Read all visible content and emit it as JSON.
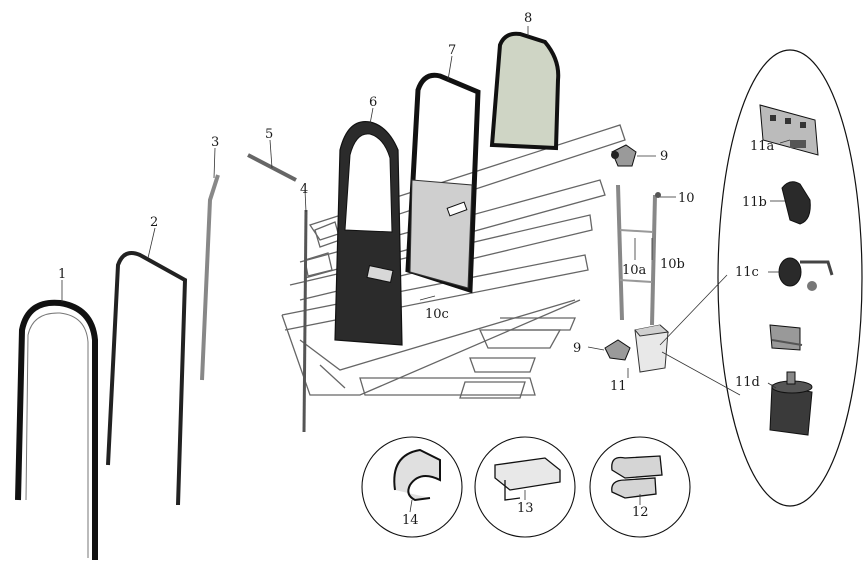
{
  "labels": {
    "p1": "1",
    "p2": "2",
    "p3": "3",
    "p4": "4",
    "p5": "5",
    "p6": "6",
    "p7": "7",
    "p8": "8",
    "p9a": "9",
    "p9b": "9",
    "p10": "10",
    "p10a": "10a",
    "p10b": "10b",
    "p10c": "10c",
    "p11": "11",
    "p11a": "11a",
    "p11b": "11b",
    "p11c": "11c",
    "p11d": "11d",
    "p12": "12",
    "p13": "13",
    "p14": "14"
  }
}
